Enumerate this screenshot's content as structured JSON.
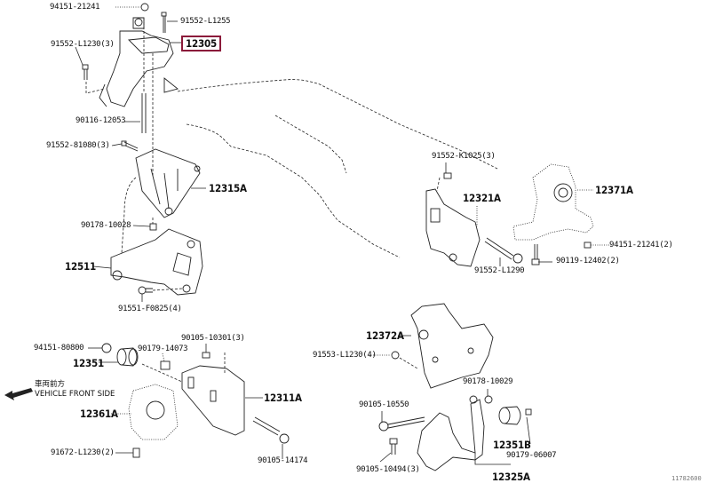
{
  "diagram": {
    "title_code": "11782600",
    "direction_note": {
      "japanese": "車両前方",
      "english": "VEHICLE FRONT SIDE"
    },
    "highlight_color": "#8b1a3a",
    "parts": [
      {
        "id": "p1",
        "label": "94151-21241",
        "highlighted": false
      },
      {
        "id": "p2",
        "label": "91552-L1255",
        "highlighted": false
      },
      {
        "id": "p3",
        "label": "91552-L1230(3)",
        "highlighted": false
      },
      {
        "id": "p4",
        "label": "12305",
        "highlighted": true
      },
      {
        "id": "p5",
        "label": "90116-12053",
        "highlighted": false
      },
      {
        "id": "p6",
        "label": "91552-81080(3)",
        "highlighted": false
      },
      {
        "id": "p7",
        "label": "12315A",
        "highlighted": false
      },
      {
        "id": "p8",
        "label": "90178-10028",
        "highlighted": false
      },
      {
        "id": "p9",
        "label": "12511",
        "highlighted": false
      },
      {
        "id": "p10",
        "label": "91551-F0825(4)",
        "highlighted": false
      },
      {
        "id": "p11",
        "label": "91552-K1025(3)",
        "highlighted": false
      },
      {
        "id": "p12",
        "label": "12321A",
        "highlighted": false
      },
      {
        "id": "p13",
        "label": "12371A",
        "highlighted": false
      },
      {
        "id": "p14",
        "label": "94151-21241(2)",
        "highlighted": false
      },
      {
        "id": "p15",
        "label": "91552-L1290",
        "highlighted": false
      },
      {
        "id": "p16",
        "label": "90119-12402(2)",
        "highlighted": false
      },
      {
        "id": "p17",
        "label": "12372A",
        "highlighted": false
      },
      {
        "id": "p18",
        "label": "91553-L1230(4)",
        "highlighted": false
      },
      {
        "id": "p19",
        "label": "90178-10029",
        "highlighted": false
      },
      {
        "id": "p20",
        "label": "94151-80800",
        "highlighted": false
      },
      {
        "id": "p21",
        "label": "90179-14073",
        "highlighted": false
      },
      {
        "id": "p22",
        "label": "90105-10301(3)",
        "highlighted": false
      },
      {
        "id": "p23",
        "label": "12351",
        "highlighted": false
      },
      {
        "id": "p24",
        "label": "12311A",
        "highlighted": false
      },
      {
        "id": "p25",
        "label": "12361A",
        "highlighted": false
      },
      {
        "id": "p26",
        "label": "91672-L1230(2)",
        "highlighted": false
      },
      {
        "id": "p27",
        "label": "90105-14174",
        "highlighted": false
      },
      {
        "id": "p28",
        "label": "90105-10550",
        "highlighted": false
      },
      {
        "id": "p29",
        "label": "12351B",
        "highlighted": false
      },
      {
        "id": "p30",
        "label": "90179-06007",
        "highlighted": false
      },
      {
        "id": "p31",
        "label": "90105-10494(3)",
        "highlighted": false
      },
      {
        "id": "p32",
        "label": "12325A",
        "highlighted": false
      }
    ]
  }
}
